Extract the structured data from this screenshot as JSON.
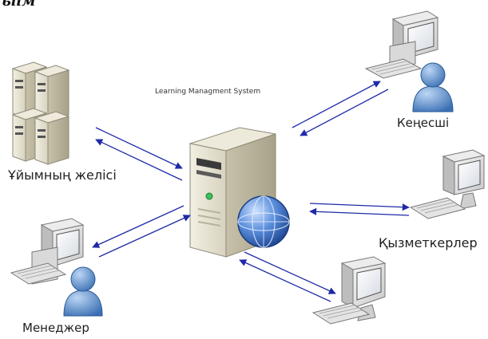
{
  "header_fragment": "ыім",
  "system_title": "Learning Managment System",
  "nodes": {
    "advisor": "Кеңесші",
    "organization_network": "Ұйымның желісі",
    "staff": "Қызметкерлер",
    "manager": "Менеджер"
  },
  "colors": {
    "arrow": "#1f2aa8",
    "person": "#4b84c8",
    "server_body": "#e6e2d2",
    "globe": "#2f64b8"
  }
}
